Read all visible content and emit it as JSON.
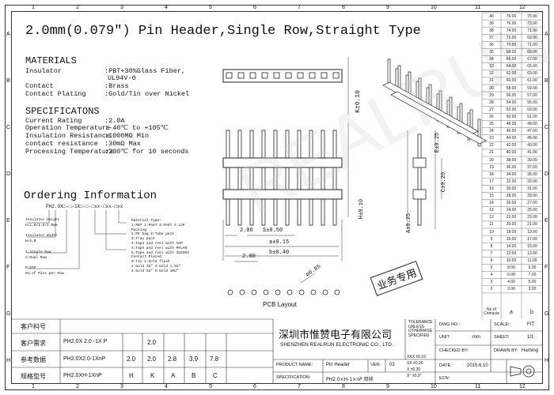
{
  "title": "2.0mm(0.079\") Pin Header,Single Row,Straight Type",
  "border": {
    "top_cols": [
      "1",
      "2",
      "3",
      "4",
      "5",
      "6",
      "7",
      "8",
      "9",
      "10",
      "11",
      "12"
    ],
    "rows": [
      "A",
      "B",
      "C",
      "D",
      "E",
      "F",
      "G",
      "H"
    ]
  },
  "materials": {
    "heading": "MATERIALS",
    "items": [
      {
        "label": "Insulator",
        "value": ":PBT+30%Glass Fiber,",
        "value2": "UL94V-0"
      },
      {
        "label": "Contact",
        "value": ":Brass"
      },
      {
        "label": "Contact Plating",
        "value": ":Gold/Tin over Nickel"
      }
    ]
  },
  "specs": {
    "heading": "SPECIFICATONS",
    "items": [
      {
        "label": "Current Rating",
        "value": ":2.0A"
      },
      {
        "label": "Operation Temperature",
        "value": ":-40℃ to +105℃"
      },
      {
        "label": "Insulation Resistance",
        "value": ":1000MΩ Min"
      },
      {
        "label": "contact resistance",
        "value": ":30mΩ Max"
      },
      {
        "label": "Processing Temperature",
        "value": ":230℃ for 10 seconds"
      }
    ]
  },
  "ordering": {
    "heading": "Ordering Information",
    "code": "PH2.0X□-□-1X□-□-□xx-□xx-□xx",
    "left_notes": [
      "Insulator Height",
      "H=1.0/1.5/2.0mm",
      "Insulator Width",
      "W=2.0",
      "1:Single Row",
      "2:Dual Row",
      "P:DIP",
      "No.of Pins per Row"
    ],
    "right_notes": [
      "Material Type:",
      "1:PBT 2:PA6T 3:PA9T 4:LCP",
      "Packing",
      "1:PE bag   2:Tube pack",
      "3:Tray pack",
      "4:Tape and reel with CAP",
      "5:Tape and reel with MYLAR",
      "6:Tape and reel with SUS304",
      "Contact Plated",
      "0:Tin     1:Gold flash",
      "2:Gold 3U\"   3:Gold 1.5U\"",
      "4:Gold 5U\"   5:Gold 10U\""
    ]
  },
  "dims": {
    "dim_200": "2.00",
    "s_dim": "S±0.50",
    "a_dim": "a±0.15",
    "b_dim": "b±0.40",
    "k_dim": "K±0.10",
    "e_dim": "E±0.25",
    "c_dim": "C±0.20",
    "h_dim": "H±0.10",
    "a_side": "A±0.25",
    "pcb_pitch": "2.00",
    "hole": "ø0.85",
    "pcb_label": "PCB Layout",
    "stamp": "业务专用"
  },
  "table": {
    "headers": [
      "40",
      "76.00",
      "75.90"
    ],
    "rows": [
      [
        "40",
        "76.00",
        "75.90"
      ],
      [
        "39",
        "76.00",
        "73.90"
      ],
      [
        "38",
        "74.00",
        "71.90"
      ],
      [
        "37",
        "72.00",
        "69.90"
      ],
      [
        "36",
        "70.00",
        "71.00"
      ],
      [
        "35",
        "68.00",
        "69.00"
      ],
      [
        "34",
        "66.00",
        "67.00"
      ],
      [
        "33",
        "64.00",
        "65.00"
      ],
      [
        "32",
        "62.00",
        "63.00"
      ],
      [
        "31",
        "60.00",
        "61.00"
      ],
      [
        "30",
        "58.00",
        "59.00"
      ],
      [
        "29",
        "56.00",
        "57.00"
      ],
      [
        "28",
        "54.00",
        "55.00"
      ],
      [
        "27",
        "52.00",
        "53.00"
      ],
      [
        "26",
        "50.00",
        "51.00"
      ],
      [
        "25",
        "48.00",
        "49.00"
      ],
      [
        "24",
        "46.00",
        "47.00"
      ],
      [
        "23",
        "44.00",
        "45.00"
      ],
      [
        "22",
        "42.00",
        "43.00"
      ],
      [
        "21",
        "40.00",
        "41.00"
      ],
      [
        "20",
        "38.00",
        "39.00"
      ],
      [
        "19",
        "36.00",
        "37.00"
      ],
      [
        "18",
        "34.00",
        "35.00"
      ],
      [
        "17",
        "32.00",
        "33.00"
      ],
      [
        "16",
        "30.00",
        "31.00"
      ],
      [
        "15",
        "28.00",
        "29.00"
      ],
      [
        "14",
        "26.00",
        "27.00"
      ],
      [
        "13",
        "24.00",
        "25.00"
      ],
      [
        "12",
        "22.00",
        "23.00"
      ],
      [
        "11",
        "20.00",
        "21.00"
      ],
      [
        "10",
        "18.00",
        "19.00"
      ],
      [
        "9",
        "16.00",
        "17.00"
      ],
      [
        "8",
        "14.00",
        "15.00"
      ],
      [
        "7",
        "12.00",
        "13.00"
      ],
      [
        "6",
        "10.00",
        "11.00"
      ],
      [
        "5",
        "8.00",
        "9.00"
      ],
      [
        "4",
        "6.00",
        "7.00"
      ],
      [
        "3",
        "4.00",
        "5.00"
      ],
      [
        "2",
        "2.00",
        "3.00"
      ]
    ],
    "footer": [
      "No.of Contacts",
      "a",
      "b"
    ]
  },
  "bottom": {
    "rows": [
      {
        "label": "客户料号",
        "value": "",
        "cells": []
      },
      {
        "label": "客户需求",
        "value": "PH2.0X  2.0  -1X   P",
        "cells": [
          "2.0"
        ]
      },
      {
        "label": "参考数据",
        "value": "PH2.0X2.0-1XnP",
        "cells": [
          "2.0",
          "2.0",
          "2.8",
          "3.9",
          "7.8"
        ]
      },
      {
        "label": "规格型号",
        "value": "PH2.0XH-1XnP",
        "cells": [
          "H",
          "K",
          "A",
          "B",
          "C"
        ]
      }
    ],
    "company_cn": "深圳市惟赞电子有限公司",
    "company_en": "SHENZHEN REALRUN ELECTRONIC CO., LTD.",
    "tolerance": [
      "TOLERANCE",
      "UNLESS",
      "OTHERWISE",
      "SPECIFIED"
    ],
    "tol_values": [
      "XXX ±0.10",
      "XX  ±0.20",
      "X   ±0.30",
      "X°  ±0.3°"
    ],
    "product_name_label": "PRODUCT NAME:",
    "product_name": "Pin Header",
    "spec_label": "SPECIFICATION:",
    "spec": "PH2.0×H-1×nP  双排",
    "ver_label": "VER:",
    "ver": "03",
    "dwg_label": "DWG NO.:",
    "unit_label": "UNIT:",
    "unit": "mm",
    "scale_label": "SCALE:",
    "scale": "FIT",
    "sheet_label": "SHEET:",
    "sheet": "1/1",
    "checked_label": "CHECKED BY:",
    "drawn_label": "DRAWN BY:",
    "drawn": "Harning",
    "date_label": "DATE:",
    "date": "2015.6.10",
    "ecn_label": "ECN:"
  }
}
